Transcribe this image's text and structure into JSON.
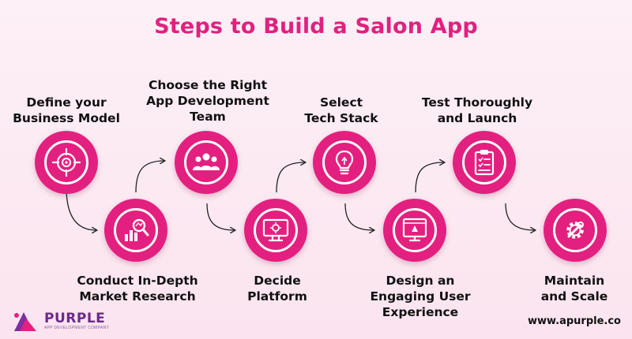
{
  "title": "Steps to Build a Salon App",
  "steps": [
    {
      "label": "Define your\nBusiness Model",
      "icon": "target-icon"
    },
    {
      "label": "Conduct In-Depth\nMarket Research",
      "icon": "research-chart-icon"
    },
    {
      "label": "Choose the Right\nApp Development\nTeam",
      "icon": "team-icon"
    },
    {
      "label": "Decide\nPlatform",
      "icon": "platform-monitor-icon"
    },
    {
      "label": "Select\nTech Stack",
      "icon": "lightbulb-icon"
    },
    {
      "label": "Design an\nEngaging User\nExperience",
      "icon": "ux-design-icon"
    },
    {
      "label": "Test Thoroughly\nand Launch",
      "icon": "clipboard-checklist-icon"
    },
    {
      "label": "Maintain\nand Scale",
      "icon": "gear-wrench-icon"
    }
  ],
  "logo": {
    "name": "PURPLE",
    "mark": "A",
    "tagline": "APP DEVELOPMENT COMPANY"
  },
  "website": "www.apurple.co",
  "colors": {
    "accent": "#e3207f",
    "title": "#e0217f",
    "text": "#111111",
    "logo": "#6a2a8a"
  }
}
